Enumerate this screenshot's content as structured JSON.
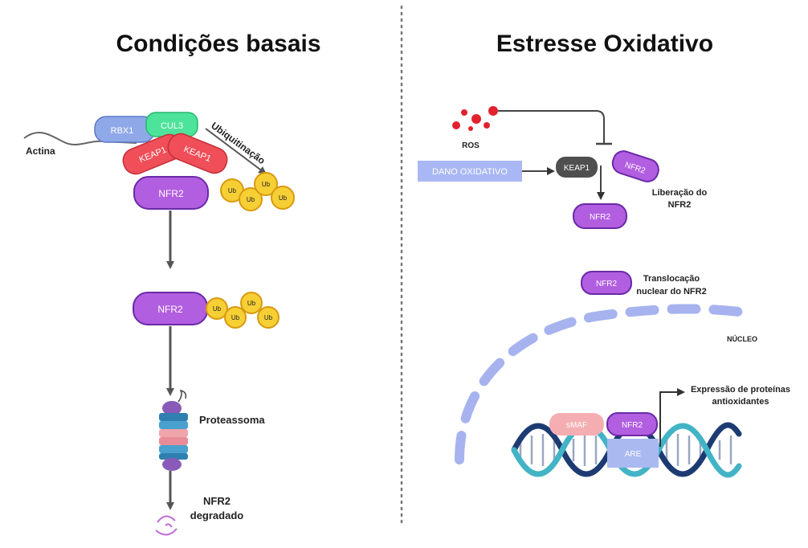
{
  "left": {
    "title": "Condições basais",
    "actin": "Actina",
    "rbx1": "RBX1",
    "cul3": "CUL3",
    "keap1_a": "KEAP1",
    "keap1_b": "KEAP1",
    "ubiquitination": "Ubiquitinação",
    "nfr2_top": "NFR2",
    "nfr2_mid": "NFR2",
    "ub": "Ub",
    "proteasome": "Proteassoma",
    "degraded_1": "NFR2",
    "degraded_2": "degradado"
  },
  "right": {
    "title": "Estresse Oxidativo",
    "ros": "ROS",
    "damage": "DANO OXIDATIVO",
    "keap1": "KEAP1",
    "nfr2_release": "NFR2",
    "release_1": "Liberação do",
    "release_2": "NFR2",
    "nfr2_free": "NFR2",
    "nfr2_transloc": "NFR2",
    "transloc_1": "Translocação",
    "transloc_2": "nuclear do NFR2",
    "nucleus": "NÚCLEO",
    "smaf": "sMAF",
    "nfr2_dna": "NFR2",
    "are": "ARE",
    "expression_1": "Expressão de proteínas",
    "expression_2": "antioxidantes"
  },
  "colors": {
    "nfr2_fill": "#b25ee0",
    "nfr2_stroke": "#6a2aa8",
    "keap1": "#f04e58",
    "rbx1": "#8fa8e8",
    "cul3": "#4ee39a",
    "ub_fill": "#f6cf35",
    "ub_stroke": "#d89a10",
    "ros": "#e2222f",
    "damage_box": "#a9b8f4",
    "nucleus_dash": "#a6b3ef",
    "smaf": "#f4aeb2",
    "dna_dark": "#1d3b73",
    "dna_light": "#43b3c6"
  }
}
